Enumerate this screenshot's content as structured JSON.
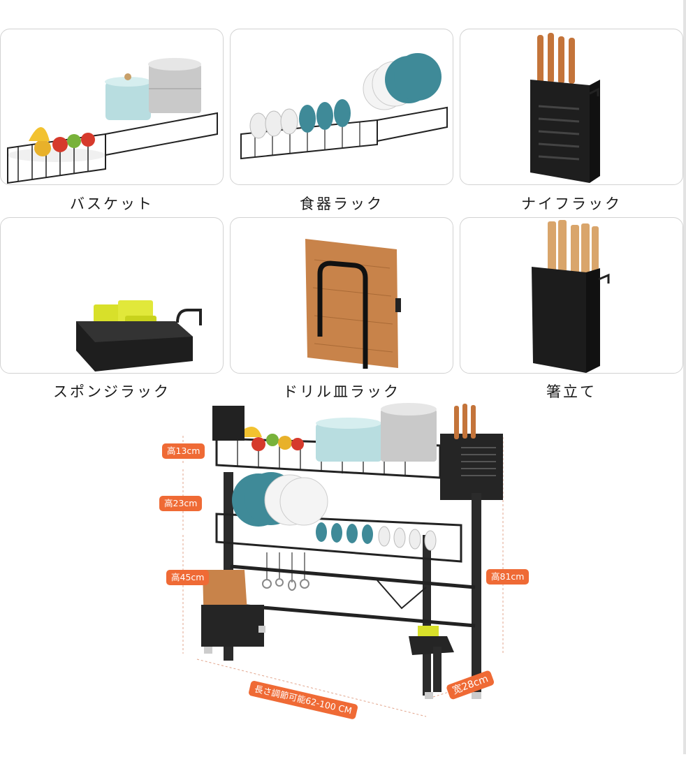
{
  "tiles": [
    {
      "label": "バスケット"
    },
    {
      "label": "食器ラック"
    },
    {
      "label": "ナイフラック"
    },
    {
      "label": "スポンジラック"
    },
    {
      "label": "ドリル皿ラック"
    },
    {
      "label": "箸立て"
    }
  ],
  "dimensions": {
    "h13": "高13cm",
    "h23": "高23cm",
    "h45": "高45cm",
    "h81": "高81cm",
    "length": "長さ調節可能62-100 CM",
    "width": "宽28cm"
  },
  "colors": {
    "accent": "#ef6a35",
    "rack": "#2a2a2a",
    "plate_teal": "#3f8a98"
  }
}
